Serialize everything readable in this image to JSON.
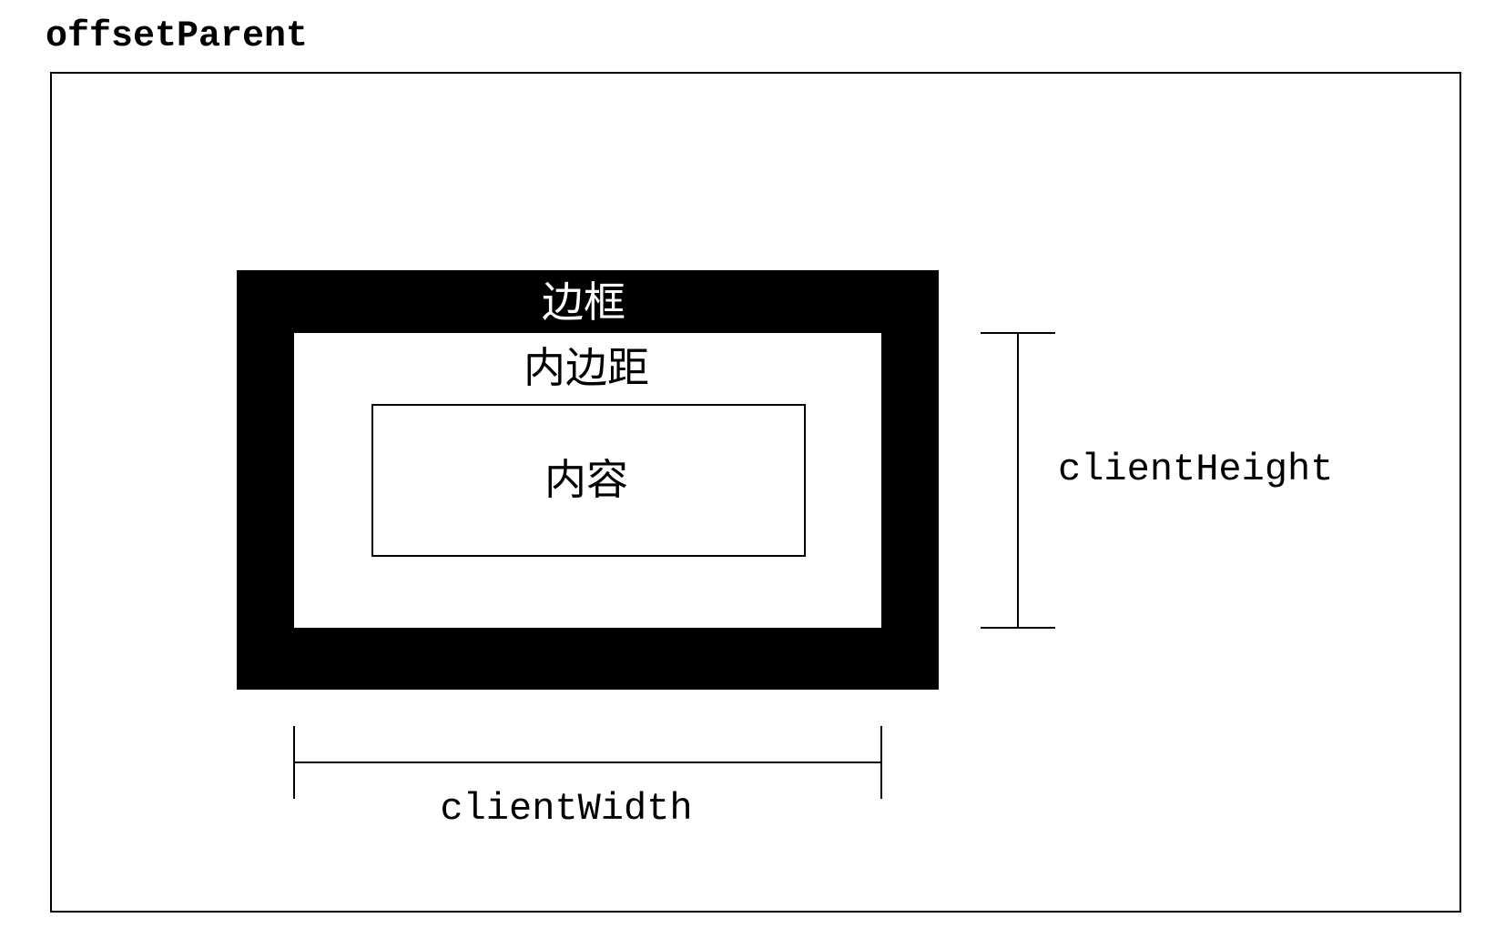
{
  "title": "offsetParent",
  "labels": {
    "border": "边框",
    "padding": "内边距",
    "content": "内容",
    "client_height": "clientHeight",
    "client_width": "clientWidth"
  },
  "colors": {
    "border_fill": "#000000",
    "background": "#ffffff",
    "line": "#000000"
  }
}
